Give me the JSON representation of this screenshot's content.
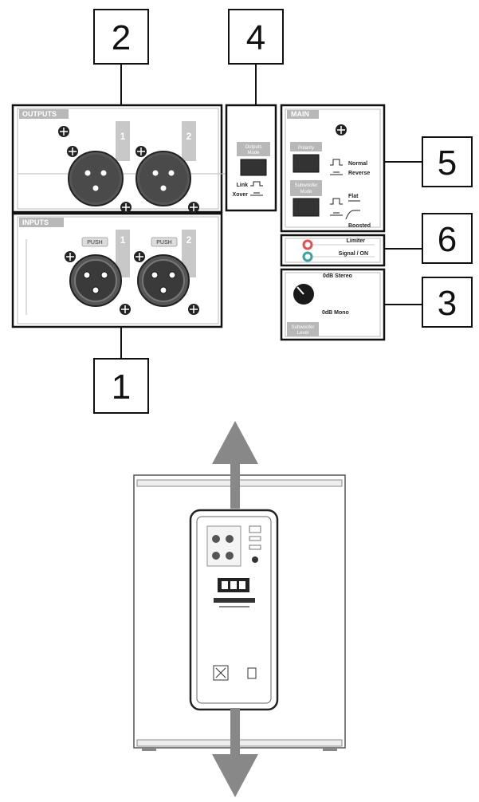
{
  "callouts": {
    "c1": "1",
    "c2": "2",
    "c3": "3",
    "c4": "4",
    "c5": "5",
    "c6": "6"
  },
  "outputs": {
    "title": "OUTPUTS",
    "ch1": "1",
    "ch2": "2"
  },
  "inputs": {
    "title": "INPUTS",
    "ch1": "1",
    "ch2": "2",
    "push1": "PUSH",
    "push2": "PUSH"
  },
  "outputs_mode": {
    "label_line1": "Outputs",
    "label_line2": "Mode",
    "link": "Link",
    "xover": "Xover"
  },
  "main": {
    "title": "MAIN",
    "polarity": "Polarity",
    "normal": "Normal",
    "reverse": "Reverse",
    "sub_mode_line1": "Subwoofer",
    "sub_mode_line2": "Mode",
    "flat": "Flat",
    "boosted": "Boosted"
  },
  "leds": {
    "limiter": "Limiter",
    "signal_on": "Signal / ON",
    "limiter_color": "#e05050",
    "signal_color": "#3aa0a0"
  },
  "level": {
    "stereo": "0dB Stereo",
    "mono": "0dB Mono",
    "label_line1": "Subwoofer",
    "label_line2": "Level"
  }
}
